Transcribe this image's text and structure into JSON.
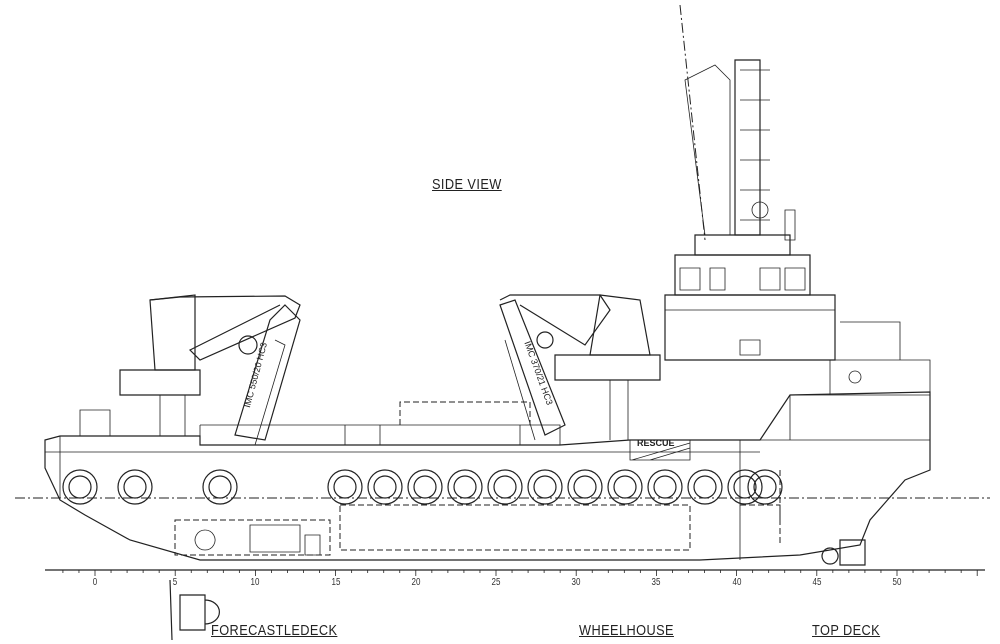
{
  "drawing": {
    "title": "SIDE VIEW",
    "views": [
      "FORECASTLEDECK",
      "WHEELHOUSE",
      "TOP DECK"
    ],
    "scale_ticks": [
      "0",
      "5",
      "10",
      "15",
      "20",
      "25",
      "30",
      "35",
      "40",
      "45",
      "50"
    ],
    "rescue_label": "RESCUE",
    "crane_fwd_label": "IMC 550/20 HC3",
    "crane_aft_label": "IMC 370/21 HC3"
  }
}
